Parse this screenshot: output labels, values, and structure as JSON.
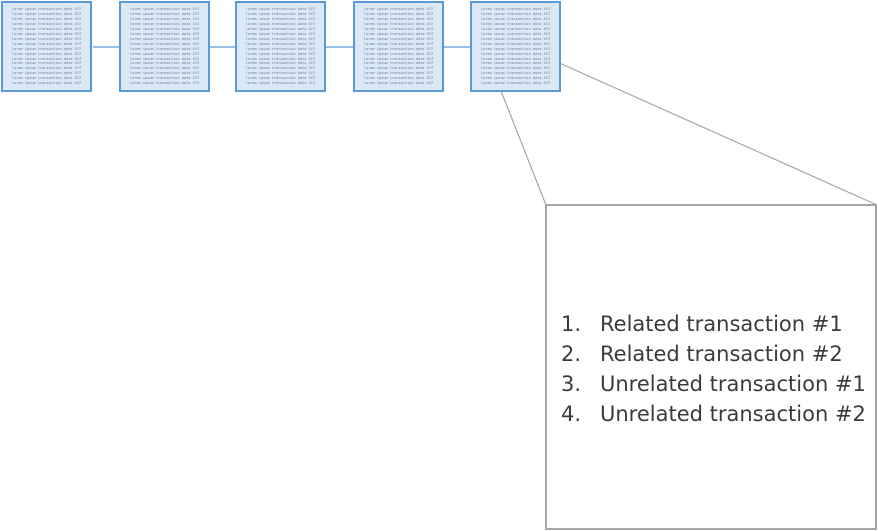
{
  "blocks": [
    {
      "id": "block-1",
      "lines": [
        "lorem ipsum transaction data XYZ",
        "lorem ipsum transaction data XYZ",
        "lorem ipsum transaction data XYZ",
        "lorem ipsum transaction data XYZ",
        "lorem ipsum transaction data XYZ",
        "lorem ipsum transaction data XYZ",
        "lorem ipsum transaction data XYZ",
        "lorem ipsum transaction data XYZ",
        "lorem ipsum transaction data XYZ",
        "lorem ipsum transaction data XYZ",
        "lorem ipsum transaction data XYZ",
        "lorem ipsum transaction data XYZ",
        "lorem ipsum transaction data XYZ",
        "lorem ipsum transaction data XYZ",
        "lorem ipsum transaction data XYZ",
        "lorem ipsum transaction data XYZ"
      ]
    },
    {
      "id": "block-2",
      "lines": [
        "lorem ipsum transaction data XYZ",
        "lorem ipsum transaction data XYZ",
        "lorem ipsum transaction data XYZ",
        "lorem ipsum transaction data XYZ",
        "lorem ipsum transaction data XYZ",
        "lorem ipsum transaction data XYZ",
        "lorem ipsum transaction data XYZ",
        "lorem ipsum transaction data XYZ",
        "lorem ipsum transaction data XYZ",
        "lorem ipsum transaction data XYZ",
        "lorem ipsum transaction data XYZ",
        "lorem ipsum transaction data XYZ",
        "lorem ipsum transaction data XYZ",
        "lorem ipsum transaction data XYZ",
        "lorem ipsum transaction data XYZ",
        "lorem ipsum transaction data XYZ"
      ]
    },
    {
      "id": "block-3",
      "lines": [
        "lorem ipsum transaction data XYZ",
        "lorem ipsum transaction data XYZ",
        "lorem ipsum transaction data XYZ",
        "lorem ipsum transaction data XYZ",
        "lorem ipsum transaction data XYZ",
        "lorem ipsum transaction data XYZ",
        "lorem ipsum transaction data XYZ",
        "lorem ipsum transaction data XYZ",
        "lorem ipsum transaction data XYZ",
        "lorem ipsum transaction data XYZ",
        "lorem ipsum transaction data XYZ",
        "lorem ipsum transaction data XYZ",
        "lorem ipsum transaction data XYZ",
        "lorem ipsum transaction data XYZ",
        "lorem ipsum transaction data XYZ",
        "lorem ipsum transaction data XYZ"
      ]
    },
    {
      "id": "block-4",
      "lines": [
        "lorem ipsum transaction data XYZ",
        "lorem ipsum transaction data XYZ",
        "lorem ipsum transaction data XYZ",
        "lorem ipsum transaction data XYZ",
        "lorem ipsum transaction data XYZ",
        "lorem ipsum transaction data XYZ",
        "lorem ipsum transaction data XYZ",
        "lorem ipsum transaction data XYZ",
        "lorem ipsum transaction data XYZ",
        "lorem ipsum transaction data XYZ",
        "lorem ipsum transaction data XYZ",
        "lorem ipsum transaction data XYZ",
        "lorem ipsum transaction data XYZ",
        "lorem ipsum transaction data XYZ",
        "lorem ipsum transaction data XYZ",
        "lorem ipsum transaction data XYZ"
      ]
    },
    {
      "id": "block-5",
      "lines": [
        "lorem ipsum transaction data XYZ",
        "lorem ipsum transaction data XYZ",
        "lorem ipsum transaction data XYZ",
        "lorem ipsum transaction data XYZ",
        "lorem ipsum transaction data XYZ",
        "lorem ipsum transaction data XYZ",
        "lorem ipsum transaction data XYZ",
        "lorem ipsum transaction data XYZ",
        "lorem ipsum transaction data XYZ",
        "lorem ipsum transaction data XYZ",
        "lorem ipsum transaction data XYZ",
        "lorem ipsum transaction data XYZ",
        "lorem ipsum transaction data XYZ",
        "lorem ipsum transaction data XYZ",
        "lorem ipsum transaction data XYZ",
        "lorem ipsum transaction data XYZ"
      ]
    }
  ],
  "detail": {
    "items": [
      {
        "number": "1.",
        "label": "Related transaction #1"
      },
      {
        "number": "2.",
        "label": "Related transaction #2"
      },
      {
        "number": "3.",
        "label": "Unrelated transaction #1"
      },
      {
        "number": "4.",
        "label": "Unrelated transaction #2"
      }
    ]
  },
  "colors": {
    "block_fill": "#dbe8f6",
    "block_border": "#5b9bd5",
    "connector": "#5b9bd5",
    "callout_line": "#a6a6a6",
    "detail_border": "#a6a6a6",
    "text": "#3b3b3b"
  }
}
